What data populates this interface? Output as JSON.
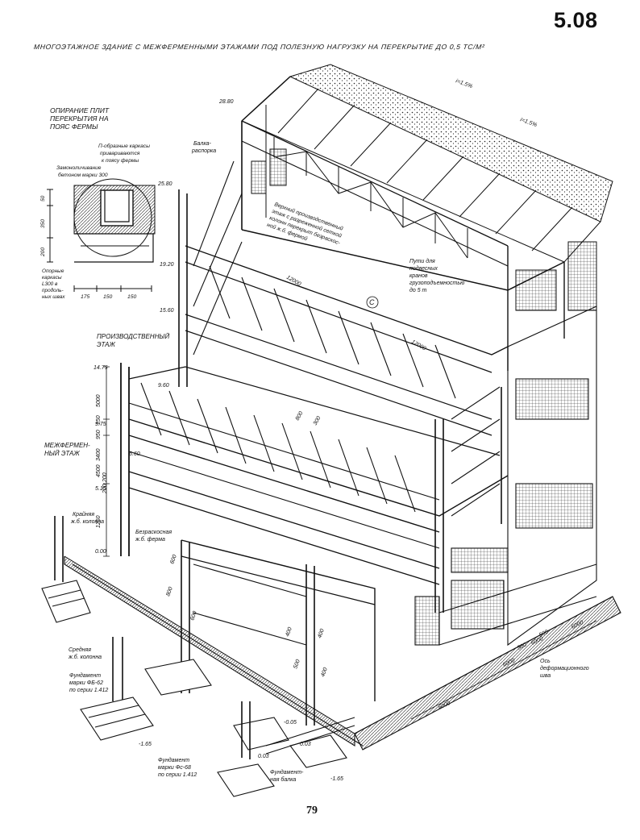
{
  "sheet_number": "5.08",
  "title": "МНОГОЭТАЖНОЕ ЗДАНИЕ С МЕЖФЕРМЕННЫМИ ЭТАЖАМИ ПОД ПОЛЕЗНУЮ НАГРУЗКУ НА ПЕРЕКРЫТИЕ ДО 0,5 ТС/М²",
  "page_number": "79",
  "detail": {
    "title": [
      "ОПИРАНИЕ ПЛИТ",
      "ПЕРЕКРЫТИЯ НА",
      "ПОЯС ФЕРМЫ"
    ],
    "note_frames": [
      "П-образные каркасы",
      "привариваются",
      "к поясу фермы"
    ],
    "note_concrete": [
      "Замоноличивание",
      "бетоном марки 300"
    ],
    "note_support": [
      "Опорные",
      "каркасы",
      "L300 в",
      "продоль-",
      "ных швах"
    ],
    "dims_vertical": [
      "50",
      "350",
      "200"
    ],
    "dims_horizontal": [
      "175",
      "150",
      "150"
    ]
  },
  "labels": {
    "beam_strut": [
      "Балка-",
      "распорка"
    ],
    "upper_floor": [
      "Верхний производственный",
      "этаж с разреженной сеткой",
      "колонн перекрыт безраскос-",
      "ной ж.б. фермой"
    ],
    "crane_ways": [
      "Пути для",
      "подвесных",
      "кранов",
      "грузоподъемностью",
      "до 5 т"
    ],
    "production_floor": [
      "ПРОИЗВОДСТВЕННЫЙ",
      "ЭТАЖ"
    ],
    "interfarm_floor": [
      "МЕЖФЕРМЕН-",
      "НЫЙ ЭТАЖ"
    ],
    "edge_column": [
      "Крайняя",
      "ж.б. колонна"
    ],
    "truss": [
      "Безраскосная",
      "ж.б. ферма"
    ],
    "middle_column": [
      "Средняя",
      "ж.б. колонна"
    ],
    "foundation_fb": [
      "Фундамент",
      "марки ФБ-62",
      "по серии 1.412"
    ],
    "foundation_fs": [
      "Фундамент",
      "марки Фс-68",
      "по серии 1.412"
    ],
    "foundation_beam": [
      "Фундамент-",
      "ная балка"
    ],
    "deformation_axis": [
      "Ось",
      "деформационного",
      "шва"
    ]
  },
  "elevations": [
    "28.80",
    "25.80",
    "19.20",
    "15.60",
    "14.75",
    "9.60",
    "9.75",
    "6.60",
    "5.15",
    "0.00",
    "-0.05",
    "-1.65",
    "-1.65",
    "0.03",
    "0.03"
  ],
  "slopes": [
    "i=1.5%",
    "i=1.5%"
  ],
  "dims": {
    "span1": "12000",
    "span2": "12000",
    "d800": "800",
    "d300": "300",
    "d600a": "600",
    "d600b": "600",
    "d800b": "800",
    "d400a": "400",
    "d400b": "400",
    "d400c": "400",
    "d500": "500",
    "step1": "6000",
    "step2": "6000",
    "step3": "6000",
    "step4": "6000",
    "s500": "500",
    "s500b": "500"
  },
  "vertical_dims": [
    "5000",
    "150",
    "950",
    "3400",
    "200",
    "4500",
    "200",
    "1250"
  ],
  "axis_marker": "С"
}
